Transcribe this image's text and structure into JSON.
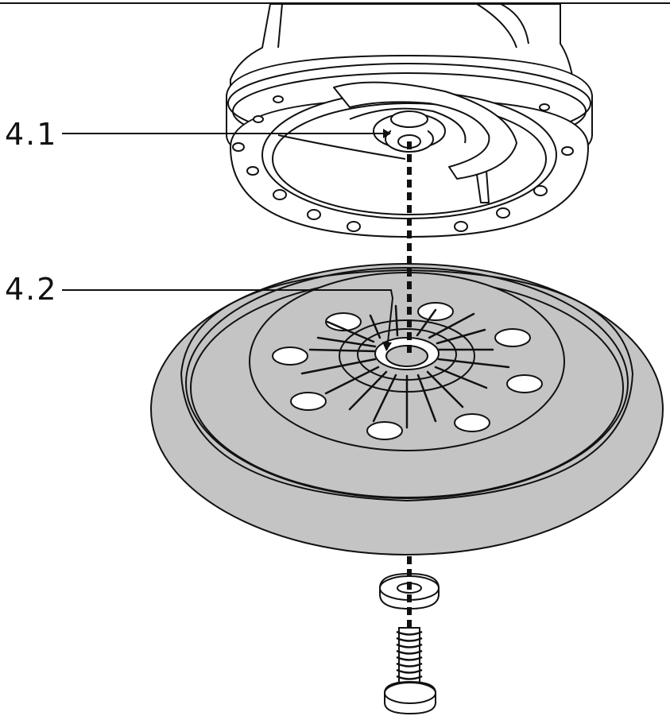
{
  "callouts": [
    {
      "id": "4.1",
      "label": "4.1",
      "target": "sander-spindle"
    },
    {
      "id": "4.2",
      "label": "4.2",
      "target": "pad-center-hub"
    }
  ],
  "colors": {
    "line": "#111111",
    "pad_fill": "#c4c4c4",
    "background": "#ffffff",
    "part_fill": "#ffffff"
  }
}
